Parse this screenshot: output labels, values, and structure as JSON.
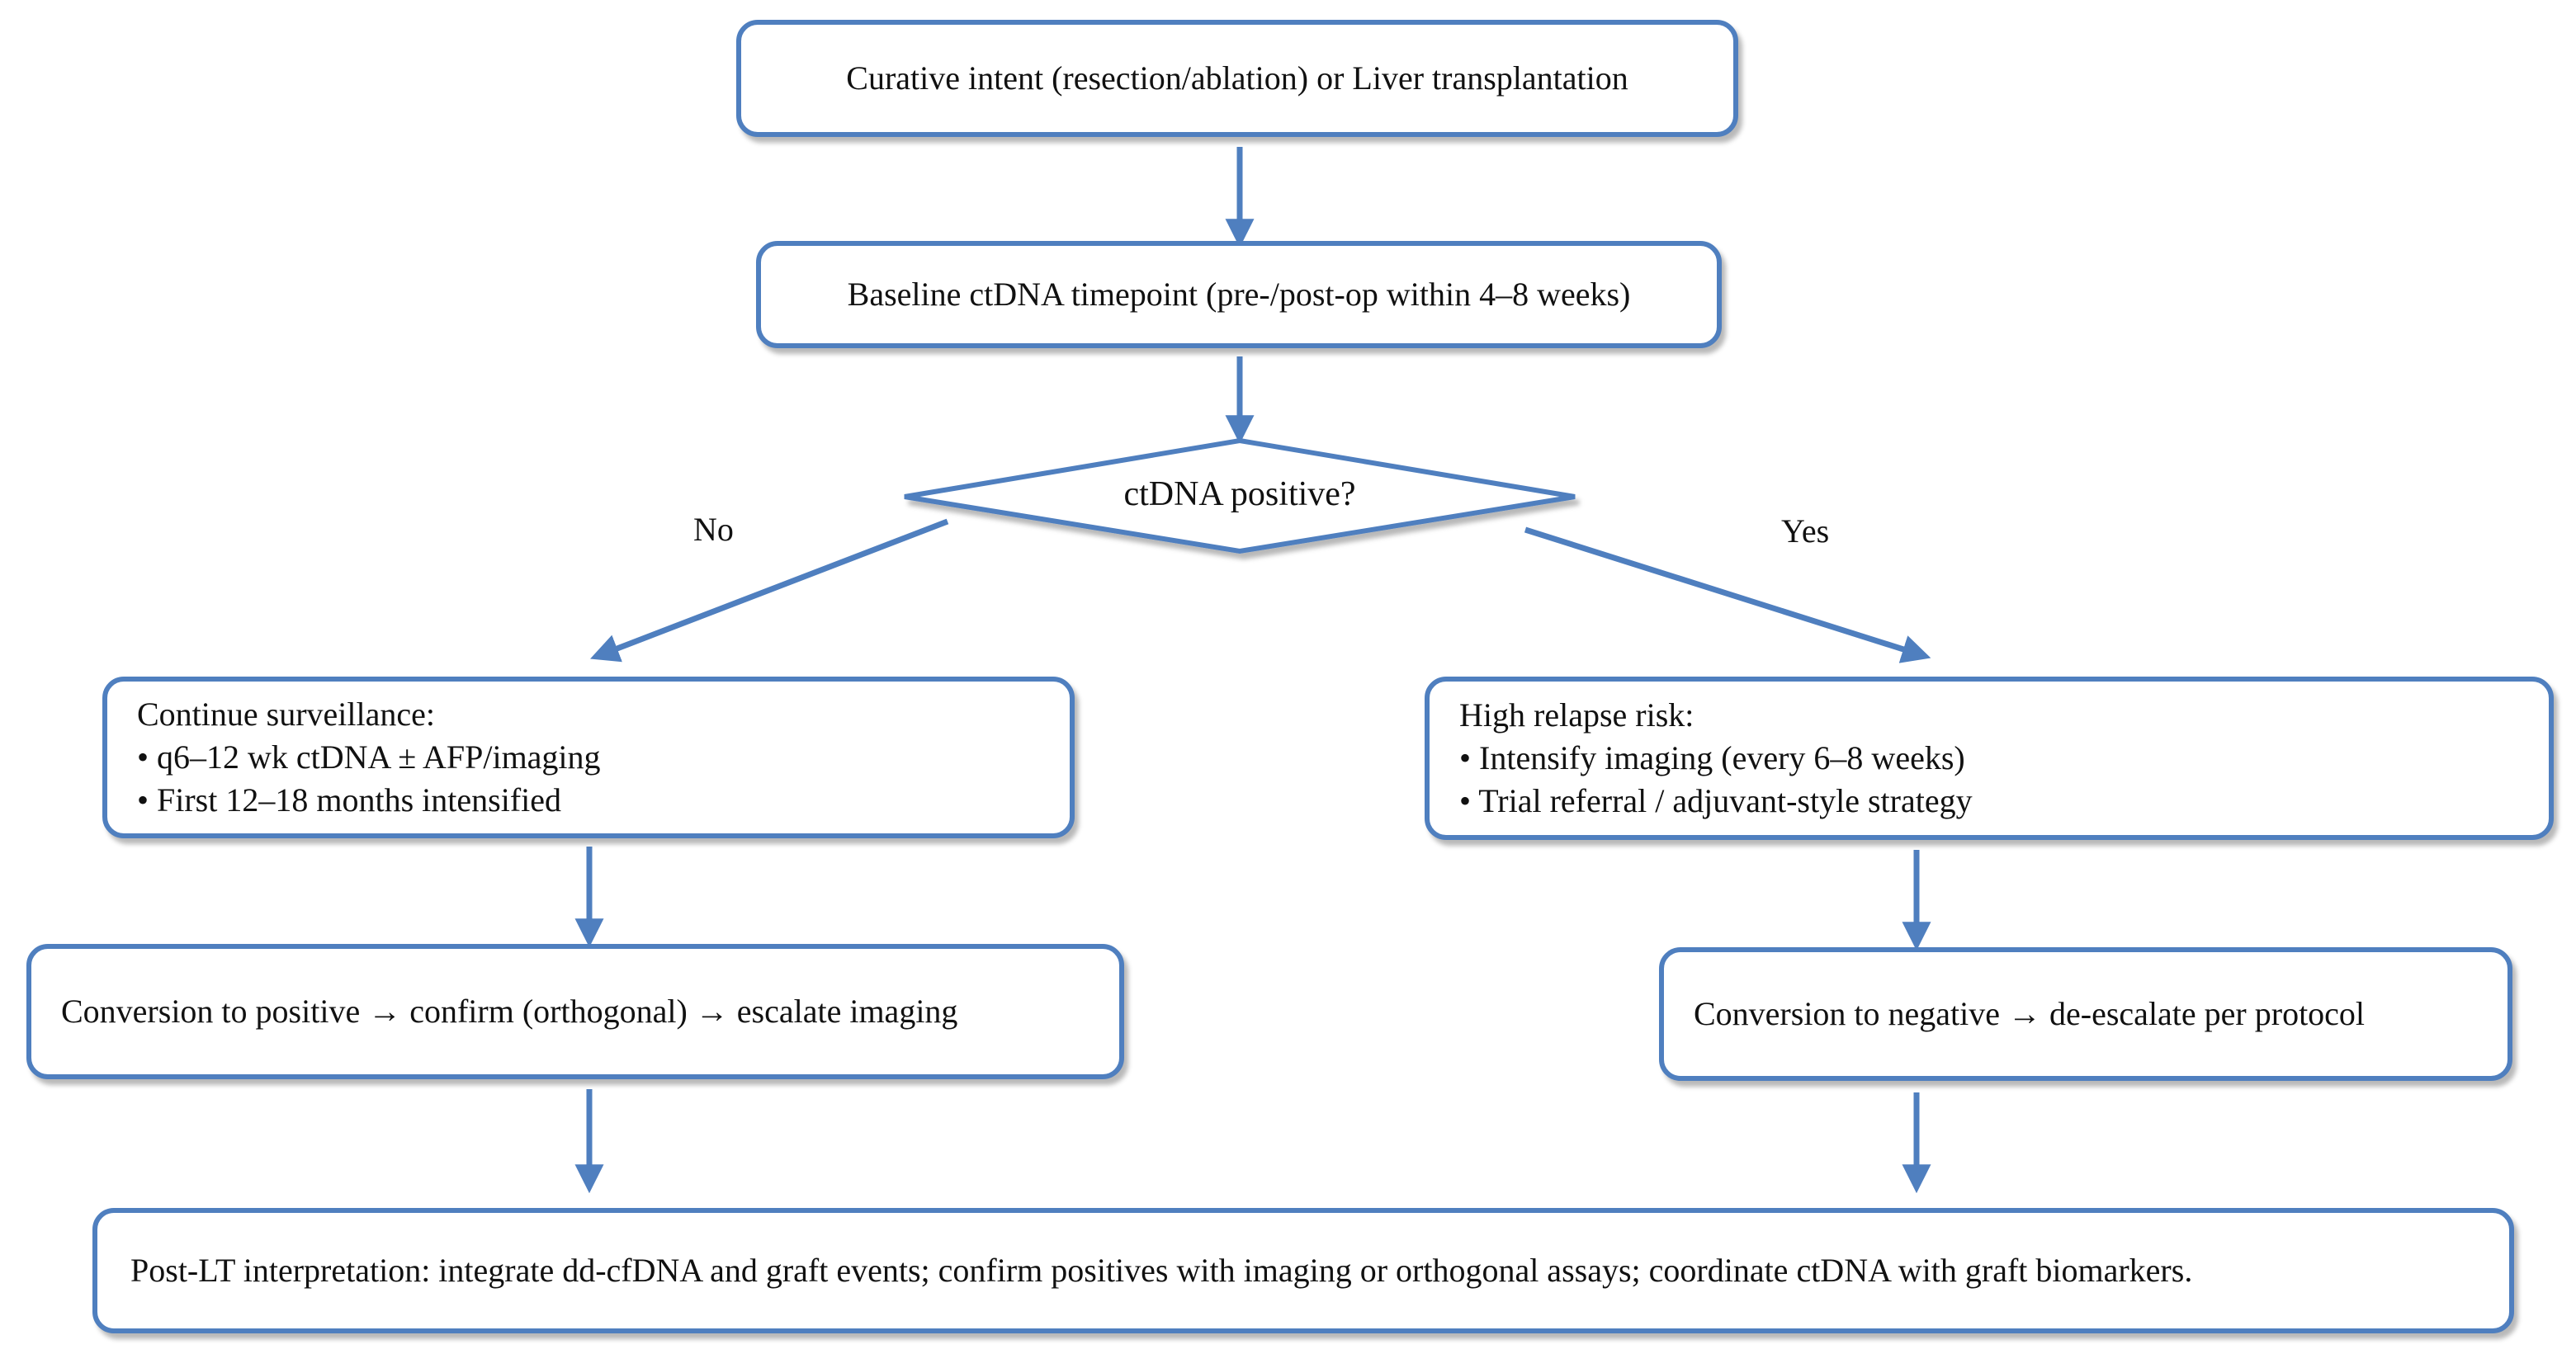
{
  "colors": {
    "stroke": "#4f7fbf",
    "text": "#111111",
    "background": "#ffffff"
  },
  "nodes": {
    "start": {
      "text": "Curative intent (resection/ablation) or Liver transplantation"
    },
    "baseline": {
      "text": "Baseline ctDNA timepoint (pre-/post-op within 4–8 weeks)"
    },
    "decision": {
      "text": "ctDNA positive?"
    },
    "surveillance": {
      "title": "Continue surveillance:",
      "bullets": [
        "• q6–12 wk ctDNA ± AFP/imaging",
        "• First 12–18 months intensified"
      ]
    },
    "high_risk": {
      "title": "High relapse risk:",
      "bullets": [
        "• Intensify imaging (every 6–8 weeks)",
        "• Trial referral / adjuvant-style strategy"
      ]
    },
    "conv_positive": {
      "text": "Conversion to positive → confirm (orthogonal) → escalate imaging"
    },
    "conv_negative": {
      "text": "Conversion to negative → de-escalate per protocol"
    },
    "post_lt": {
      "text": "Post-LT interpretation: integrate dd-cfDNA and graft events; confirm positives with imaging or orthogonal assays; coordinate ctDNA with graft biomarkers."
    }
  },
  "edges": {
    "no_label": "No",
    "yes_label": "Yes"
  }
}
